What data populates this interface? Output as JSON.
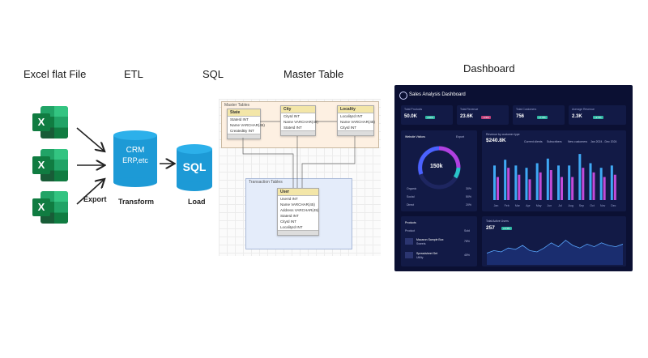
{
  "stages": {
    "excel": "Excel flat File",
    "etl": "ETL",
    "sql": "SQL",
    "master": "Master Table",
    "dashboard": "Dashboard"
  },
  "steps": {
    "export": "Export",
    "transform": "Transform",
    "load": "Load"
  },
  "excel_icon_letter": "X",
  "crm": {
    "line1": "CRM",
    "line2": "ERP,etc"
  },
  "sql_db": {
    "label": "SQL"
  },
  "master_table": {
    "master_schema_label": "Master Tables",
    "transaction_schema_label": "Transaction Tables",
    "tables": {
      "state": {
        "title": "State",
        "rows": [
          "StateId INT",
          "Name VARCHAR(45)",
          "CreatedBy INT"
        ]
      },
      "city": {
        "title": "City",
        "rows": [
          "CityId INT",
          "Name VARCHAR(45)",
          "StateId INT"
        ]
      },
      "locality": {
        "title": "Locality",
        "rows": [
          "LocalityId INT",
          "Name VARCHAR(45)",
          "CityId INT"
        ]
      },
      "user": {
        "title": "User",
        "rows": [
          "UserId INT",
          "Name VARCHAR(45)",
          "Address VARCHAR(45)",
          "StateId INT",
          "CityId INT",
          "LocalityId INT"
        ]
      }
    }
  },
  "dashboard": {
    "title": "Sales Analysis Dashboard",
    "kpis": [
      {
        "label": "Total Products",
        "value": "50.0K",
        "tag": "+10%",
        "tag_color": "#2fb6a3"
      },
      {
        "label": "Total Revenue",
        "value": "23.6K",
        "tag": "-4.5%",
        "tag_color": "#c2417a"
      },
      {
        "label": "Total Customers",
        "value": "756",
        "tag": "+7.6%",
        "tag_color": "#2fb6a3"
      },
      {
        "label": "Average Revenue",
        "value": "2.3K",
        "tag": "+2.5%",
        "tag_color": "#2fb6a3"
      }
    ],
    "visitors": {
      "title": "Website Visitors",
      "action": "Export",
      "value": "150k",
      "rows": [
        {
          "label": "Organic",
          "value": "30%"
        },
        {
          "label": "Social",
          "value": "50%"
        },
        {
          "label": "Direct",
          "value": "20%"
        }
      ]
    },
    "revenue_chart": {
      "title": "Revenue by customer type",
      "value": "$240.8K",
      "legend": [
        "Current clients",
        "Subscribers",
        "New customers",
        "Jan 2024 - Dec 2024"
      ]
    },
    "products": {
      "title": "Products",
      "header": [
        "Product",
        "Sold"
      ],
      "rows": [
        {
          "name": "Macaron Sample Box",
          "sub": "Sweets",
          "sold": "78%"
        },
        {
          "name": "Spreadsheet Set",
          "sub": "Utility",
          "sold": "45%"
        }
      ]
    },
    "users_chart": {
      "title": "Total Active Users",
      "value": "257",
      "tag": "+2.3%"
    }
  },
  "chart_data": [
    {
      "type": "bar",
      "title": "Revenue by customer type",
      "categories": [
        "Jan",
        "Feb",
        "Mar",
        "Apr",
        "May",
        "Jun",
        "Jul",
        "Aug",
        "Sep",
        "Oct",
        "Nov",
        "Dec"
      ],
      "series": [
        {
          "name": "Current clients",
          "values": [
            30,
            35,
            30,
            28,
            32,
            36,
            30,
            30,
            40,
            32,
            28,
            30
          ]
        },
        {
          "name": "New customers",
          "values": [
            20,
            28,
            22,
            18,
            24,
            26,
            20,
            20,
            28,
            24,
            20,
            22
          ]
        }
      ]
    },
    {
      "type": "area",
      "title": "Total Active Users",
      "x": [
        1,
        2,
        3,
        4,
        5,
        6,
        7,
        8,
        9,
        10,
        11,
        12,
        13,
        14,
        15,
        16,
        17,
        18,
        19,
        20
      ],
      "values": [
        18,
        22,
        20,
        26,
        24,
        30,
        22,
        20,
        26,
        34,
        28,
        38,
        30,
        26,
        32,
        28,
        34,
        30,
        28,
        32
      ]
    },
    {
      "type": "pie",
      "title": "Website Visitors",
      "categories": [
        "Organic",
        "Social",
        "Direct"
      ],
      "values": [
        30,
        50,
        20
      ]
    }
  ]
}
